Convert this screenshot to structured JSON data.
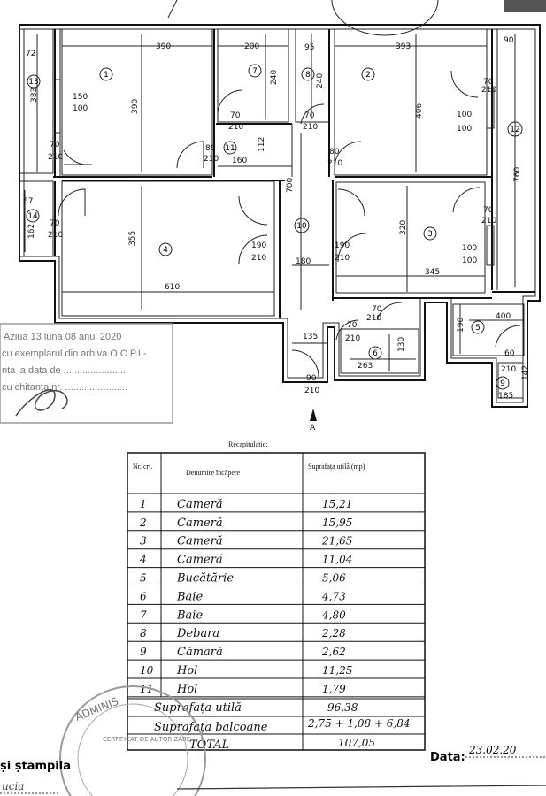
{
  "plan": {
    "north_label": "A",
    "room_numbers": [
      "1",
      "2",
      "3",
      "4",
      "5",
      "6",
      "7",
      "8",
      "9",
      "10",
      "11",
      "12",
      "13",
      "14"
    ],
    "dimensions": {
      "r1_w": "390",
      "r1_h": "390",
      "r1_win": "150",
      "r1_win2": "100",
      "r1_door": "70",
      "r1_door2": "210",
      "r7_w": "200",
      "r7_h": "240",
      "r7_door": "70",
      "r7_door2": "210",
      "r8_w": "95",
      "r8_h": "240",
      "r8_door": "70",
      "r8_door2": "210",
      "r2_w": "393",
      "r2_h": "406",
      "r2_door": "70",
      "r2_door2": "210",
      "r2_win": "100",
      "r2_win2": "100",
      "r12_w": "90",
      "r12_h": "760",
      "r13_w": "72",
      "r13_h": "383",
      "r11_door": "80",
      "r11_door2": "210",
      "r11_w": "160",
      "r11_h": "112",
      "hall_door": "80",
      "hall_door2": "210",
      "r10_h": "700",
      "r10_w": "180",
      "r4_w": "610",
      "r4_h": "355",
      "r4_door": "190",
      "r4_door2": "210",
      "r14_w": "67",
      "r14_h": "162",
      "r14_door": "70",
      "r14_door2": "210",
      "r3_w": "345",
      "r3_h": "320",
      "r3_door": "190",
      "r3_door2": "210",
      "r3_door3": "70",
      "r3_door4": "210",
      "r3_win": "100",
      "r3_win2": "100",
      "r6_w": "263",
      "r6_h": "130",
      "r6_door": "70",
      "r6_door2": "210",
      "r5_w": "400",
      "r5_h": "190",
      "r5_door": "70",
      "r5_door2": "210",
      "r9_w": "185",
      "r9_h": "142",
      "r9_door": "60",
      "r9_door2": "210",
      "entry_w": "135",
      "entry_door": "90",
      "entry_door2": "210",
      "top_90": "90"
    }
  },
  "stamp": {
    "line1": "Aziua 13 luna 08 anul 2020",
    "line2": "cu exemplarul din arhiva O.C.P.I.-",
    "line3": "nta la data de .......................",
    "line4": "cu chitanta nr. ......................."
  },
  "recap": {
    "title": "Recapitulatie:",
    "headers": {
      "nr": "Nr. crt.",
      "name": "Denumire încăpere",
      "area": "Suprafața utilă (mp)"
    },
    "rows": [
      {
        "nr": "1",
        "name": "Cameră",
        "area": "15,21"
      },
      {
        "nr": "2",
        "name": "Cameră",
        "area": "15,95"
      },
      {
        "nr": "3",
        "name": "Cameră",
        "area": "21,65"
      },
      {
        "nr": "4",
        "name": "Cameră",
        "area": "11,04"
      },
      {
        "nr": "5",
        "name": "Bucătărie",
        "area": "5,06"
      },
      {
        "nr": "6",
        "name": "Baie",
        "area": "4,73"
      },
      {
        "nr": "7",
        "name": "Baie",
        "area": "4,80"
      },
      {
        "nr": "8",
        "name": "Debara",
        "area": "2,28"
      },
      {
        "nr": "9",
        "name": "Cămară",
        "area": "2,62"
      },
      {
        "nr": "10",
        "name": "Hol",
        "area": "11,25"
      },
      {
        "nr": "11",
        "name": "Hol",
        "area": "1,79"
      }
    ],
    "total_util_label": "Suprafața utilă",
    "total_util_value": "96,38",
    "balcony_label": "Suprafața balcoane",
    "balcony_value": "2,75 + 1,08 + 6,84",
    "total_label": "TOTAL",
    "total_value": "107,05"
  },
  "footer": {
    "date_label": "Data:",
    "date_value": "23.02.20",
    "stamp_left": "și ștampila",
    "signature": "ucia",
    "seal_text": "CERTIFICAT DE AUTORIZARE",
    "seal_top": "ADMINIS"
  },
  "colors": {
    "ink": "#111111",
    "stamp_gray": "#8a8a8a",
    "paper": "#ffffff"
  }
}
